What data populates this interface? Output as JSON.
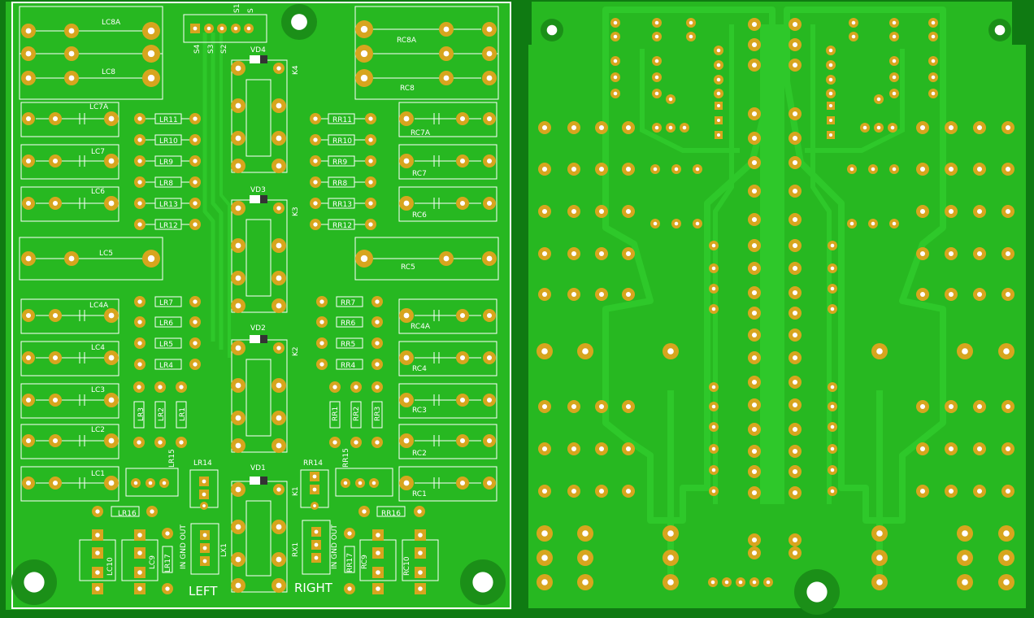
{
  "colors": {
    "board": "#27b821",
    "board_dark": "#1b8f18",
    "trace": "#2ec82a",
    "pad_ring": "#d7a51e",
    "pad_hole": "#ffffff",
    "silk": "#ffffff",
    "background": "#0f7a12"
  },
  "left_board": {
    "labels_left_caps": [
      "LC8A",
      "LC8",
      "LC7A",
      "LC7",
      "LC6",
      "LC5",
      "LC4A",
      "LC4",
      "LC3",
      "LC2",
      "LC1"
    ],
    "labels_right_caps": [
      "RC8A",
      "RC8",
      "RC7A",
      "RC7",
      "RC6",
      "RC5",
      "RC4A",
      "RC4",
      "RC3",
      "RC2",
      "RC1"
    ],
    "labels_left_res_top": [
      "LR11",
      "LR10",
      "LR9",
      "LR8",
      "LR13",
      "LR12"
    ],
    "labels_right_res_top": [
      "RR11",
      "RR10",
      "RR9",
      "RR8",
      "RR13",
      "RR12"
    ],
    "labels_left_res_mid": [
      "LR7",
      "LR6",
      "LR5",
      "LR4"
    ],
    "labels_right_res_mid": [
      "RR7",
      "RR6",
      "RR5",
      "RR4"
    ],
    "labels_left_vres": [
      "LR3",
      "LR2",
      "LR1"
    ],
    "labels_right_vres": [
      "RR1",
      "RR2",
      "RR3"
    ],
    "relay_labels": [
      "K4",
      "K3",
      "K2",
      "K1"
    ],
    "diode_labels": [
      "VD4",
      "VD3",
      "VD2",
      "VD1"
    ],
    "switch_labels": [
      "S4",
      "S3",
      "S2",
      "S1",
      "S"
    ],
    "misc": {
      "lr15": "LR15",
      "rr15": "RR15",
      "lr14": "LR14",
      "rr14": "RR14",
      "lr16": "LR16",
      "rr16": "RR16",
      "lc10": "LC10",
      "lc9": "LC9",
      "lr17": "LR17",
      "rr17": "RR17",
      "rc9": "RC9",
      "rc10": "RC10",
      "in_gnd_out_left": "IN GND OUT",
      "in_gnd_out_right": "IN GND OUT",
      "lx1": "LX1",
      "rx1": "RX1",
      "left": "LEFT",
      "right": "RIGHT"
    }
  }
}
